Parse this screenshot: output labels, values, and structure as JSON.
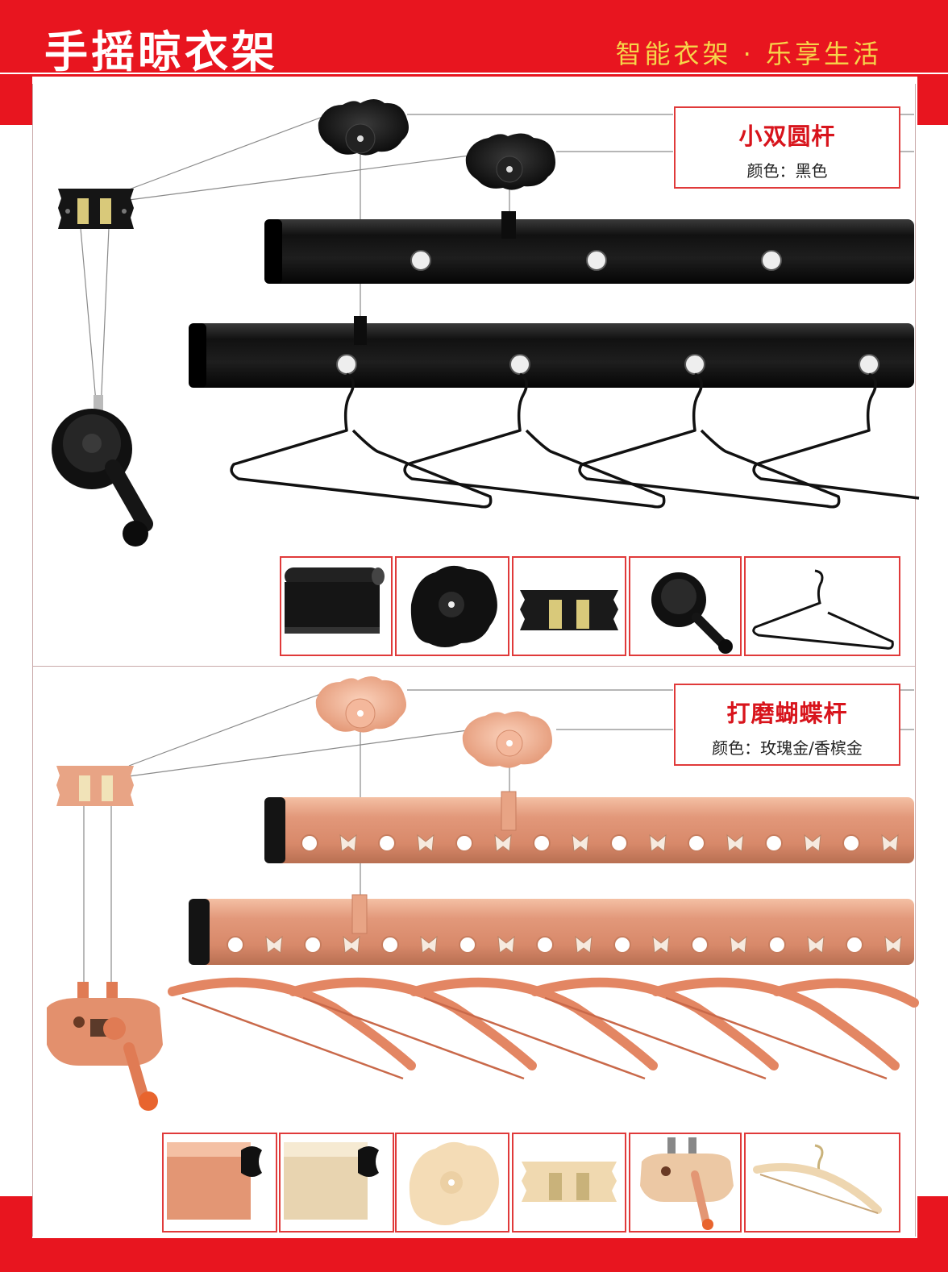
{
  "header": {
    "title": "手摇晾衣架",
    "slogan": "智能衣架 · 乐享生活"
  },
  "colors": {
    "brand_red": "#e8151f",
    "slogan_yellow": "#f6d54a",
    "black_rod": "#1b1b1b",
    "rose_gold": "#e3a07c"
  },
  "products": [
    {
      "name": "小双圆杆",
      "color_text": "颜色：黑色",
      "finish": "black",
      "parts": [
        "rod-end-icon",
        "ceiling-mount-icon",
        "pulley-bracket-icon",
        "hand-crank-icon",
        "hanger-icon"
      ]
    },
    {
      "name": "打磨蝴蝶杆",
      "color_text": "颜色：玫瑰金/香槟金",
      "finish": "rose-gold",
      "parts": [
        "rose-gold-rod-end-icon",
        "champagne-rod-end-icon",
        "ceiling-mount-icon",
        "pulley-bracket-icon",
        "hand-crank-icon",
        "hanger-icon"
      ]
    }
  ]
}
